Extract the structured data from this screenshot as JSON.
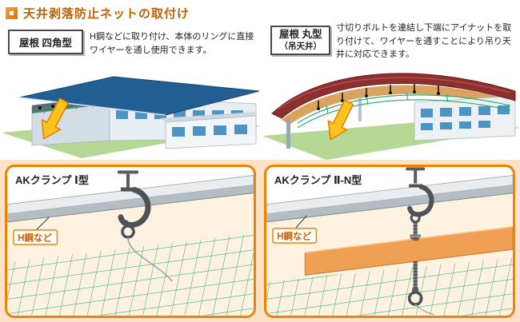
{
  "header": {
    "title": "天井剥落防止ネットの取付け"
  },
  "left": {
    "roof_type": "屋根 四角型",
    "description": "H鋼などに取り付け、本体のリングに直接ワイヤーを通し使用できます。",
    "clamp_panel": {
      "title": "AKクランプ Ⅰ型",
      "beam_label": "H鋼など"
    }
  },
  "right": {
    "roof_type": "屋根 丸型",
    "roof_type_sub": "（吊天井）",
    "description": "寸切りボルトを連結し下端にアイナットを取り付けて、ワイヤーを通すことにより吊り天井に対応できます。",
    "clamp_panel": {
      "title": "AKクランプ Ⅱ-N型",
      "beam_label": "H鋼など"
    }
  },
  "colors": {
    "accent_orange": "#ef8200",
    "section_bg": "#fbe2c8",
    "roof_blue": "#235e92",
    "roof_red": "#8e2f2f",
    "net_green": "#2fae72"
  }
}
